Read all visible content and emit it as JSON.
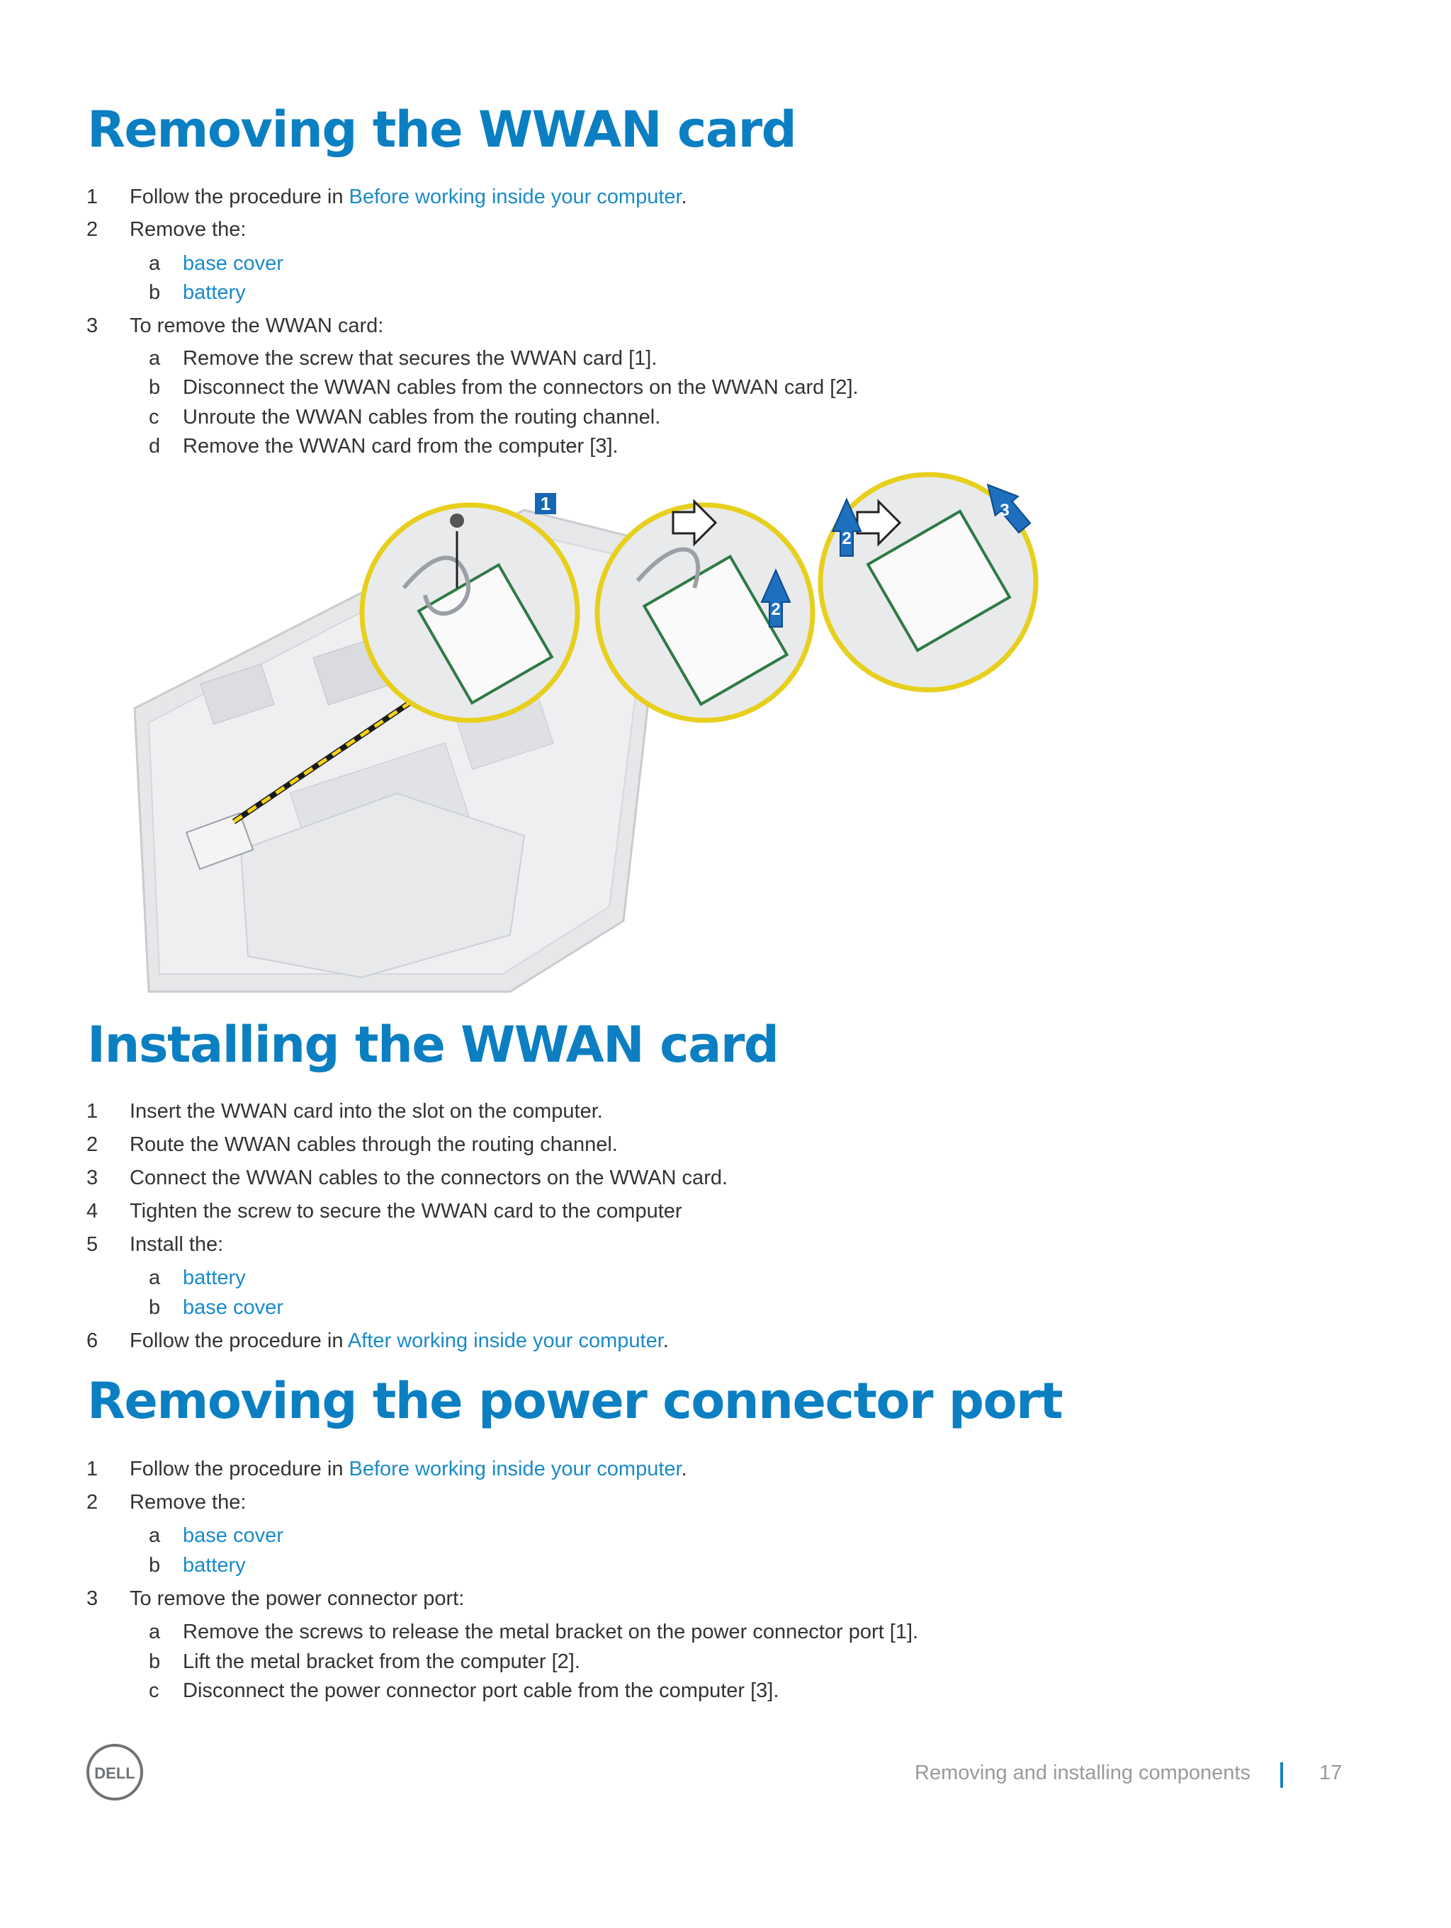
{
  "sections": [
    {
      "title": "Removing the WWAN card",
      "steps": [
        {
          "num": "1",
          "pre": "Follow the procedure in ",
          "link": "Before working inside your computer",
          "post": "."
        },
        {
          "num": "2",
          "text": "Remove the:"
        },
        {
          "num": "3",
          "text": "To remove the WWAN card:"
        }
      ],
      "remove_items": [
        {
          "let": "a",
          "link": "base cover"
        },
        {
          "let": "b",
          "link": "battery"
        }
      ],
      "substeps": [
        {
          "let": "a",
          "text": "Remove the screw that secures the WWAN card [1]."
        },
        {
          "let": "b",
          "text": "Disconnect the WWAN cables from the connectors on the WWAN card [2]."
        },
        {
          "let": "c",
          "text": "Unroute the WWAN cables from the routing channel."
        },
        {
          "let": "d",
          "text": "Remove the WWAN card from the computer [3]."
        }
      ],
      "figure_callouts": [
        "1",
        "2",
        "2",
        "3"
      ]
    },
    {
      "title": "Installing the WWAN card",
      "steps": [
        {
          "num": "1",
          "text": "Insert the WWAN card into the slot on the computer."
        },
        {
          "num": "2",
          "text": "Route the WWAN cables through the routing channel."
        },
        {
          "num": "3",
          "text": "Connect the WWAN cables to the connectors on the WWAN card."
        },
        {
          "num": "4",
          "text": "Tighten the screw to secure the WWAN card to the computer"
        },
        {
          "num": "5",
          "text": "Install the:"
        },
        {
          "num": "6",
          "pre": "Follow the procedure in ",
          "link": "After working inside your computer",
          "post": "."
        }
      ],
      "install_items": [
        {
          "let": "a",
          "link": "battery"
        },
        {
          "let": "b",
          "link": "base cover"
        }
      ]
    },
    {
      "title": "Removing the power connector port",
      "steps": [
        {
          "num": "1",
          "pre": "Follow the procedure in ",
          "link": "Before working inside your computer",
          "post": "."
        },
        {
          "num": "2",
          "text": "Remove the:"
        },
        {
          "num": "3",
          "text": "To remove the power connector port:"
        }
      ],
      "remove_items": [
        {
          "let": "a",
          "link": "base cover"
        },
        {
          "let": "b",
          "link": "battery"
        }
      ],
      "substeps": [
        {
          "let": "a",
          "text": "Remove the screws to release the metal bracket on the power connector port [1]."
        },
        {
          "let": "b",
          "text": "Lift the metal bracket from the computer [2]."
        },
        {
          "let": "c",
          "text": "Disconnect the power connector port cable from the computer [3]."
        }
      ]
    }
  ],
  "footer": {
    "chapter": "Removing and installing components",
    "page": "17",
    "logo_text": "DELL",
    "accent_color": "#0b7fc2"
  }
}
